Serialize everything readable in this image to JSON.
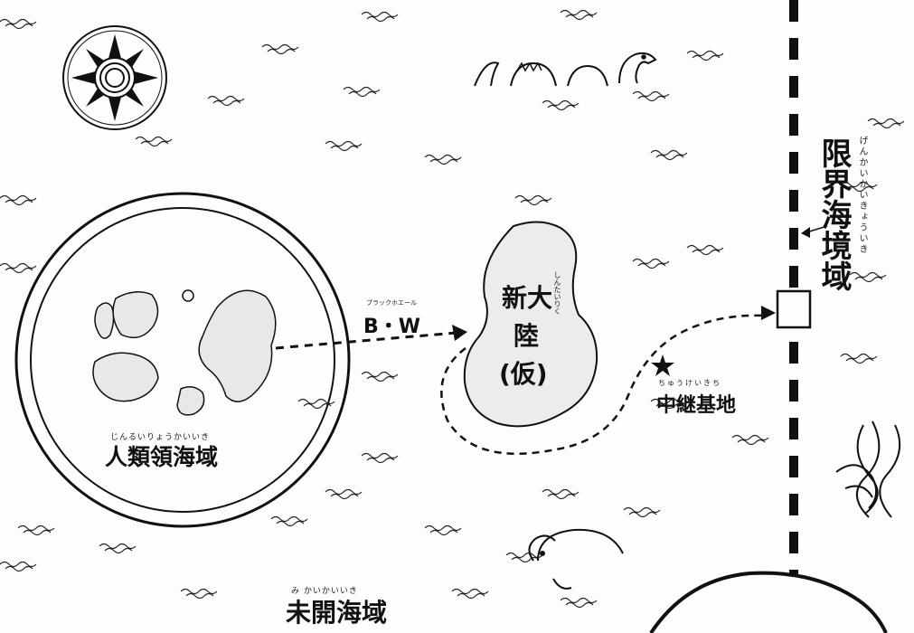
{
  "map": {
    "human_region": {
      "label": "人類領海域",
      "ruby": "じんるいりょうかいいき"
    },
    "bw": {
      "label": "B・W",
      "ruby": "ブラックホエール"
    },
    "new_continent": {
      "label_line1": "新大",
      "label_line2": "陸",
      "label_line3": "(仮)",
      "ruby": "しんたいりく"
    },
    "relay_base": {
      "label": "中継基地",
      "ruby": "ちゅうけいきち"
    },
    "boundary": {
      "label": "限界海境域",
      "ruby": "げんかいかいきょういき"
    },
    "unexplored": {
      "label": "未開海域",
      "ruby": "み かいかいいき"
    }
  },
  "icons": [
    "compass-rose-icon",
    "sea-serpent-icon",
    "kraken-icon",
    "sea-turtle-icon",
    "star-marker-icon",
    "arrow-icon"
  ],
  "colors": {
    "ink": "#111111",
    "paper": "#fdfdfd"
  }
}
